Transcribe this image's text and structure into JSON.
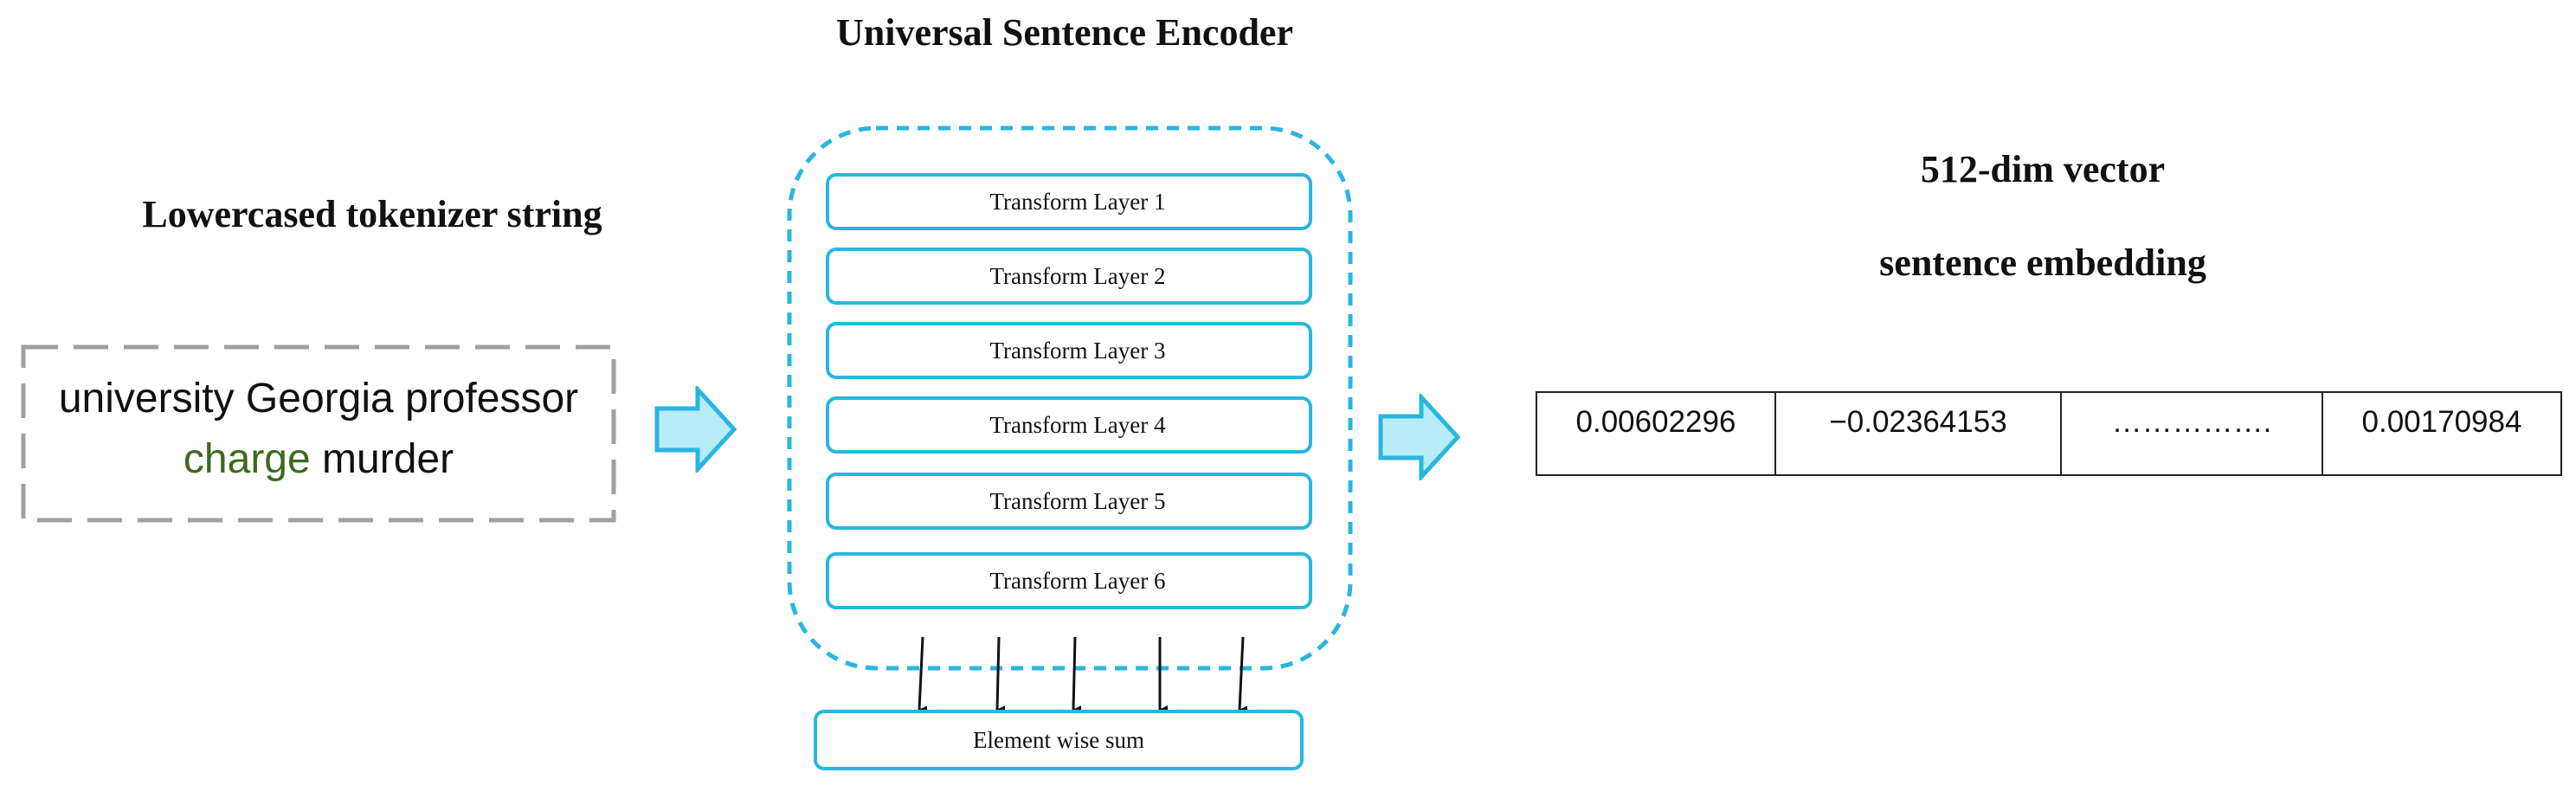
{
  "encoder": {
    "title": "Universal Sentence Encoder",
    "layers": [
      "Transform Layer 1",
      "Transform Layer 2",
      "Transform Layer 3",
      "Transform Layer 4",
      "Transform Layer 5",
      "Transform Layer 6"
    ],
    "sum_label": "Element wise sum"
  },
  "input": {
    "heading": "Lowercased tokenizer string",
    "text_before": "university Georgia professor ",
    "text_highlight": "charge",
    "text_after": " murder",
    "highlight_color": "#3c6a1e"
  },
  "output": {
    "title_1": "512-dim vector",
    "title_2": "sentence embedding",
    "values": [
      "0.00602296",
      "−0.02364153",
      "…………….",
      "0.00170984"
    ]
  },
  "colors": {
    "accent": "#29b6e0",
    "arrow_fill": "#b8ecf8",
    "dashed_border": "#a0a0a0"
  },
  "icons": {
    "flow_arrow": "right-block-arrow-icon"
  }
}
